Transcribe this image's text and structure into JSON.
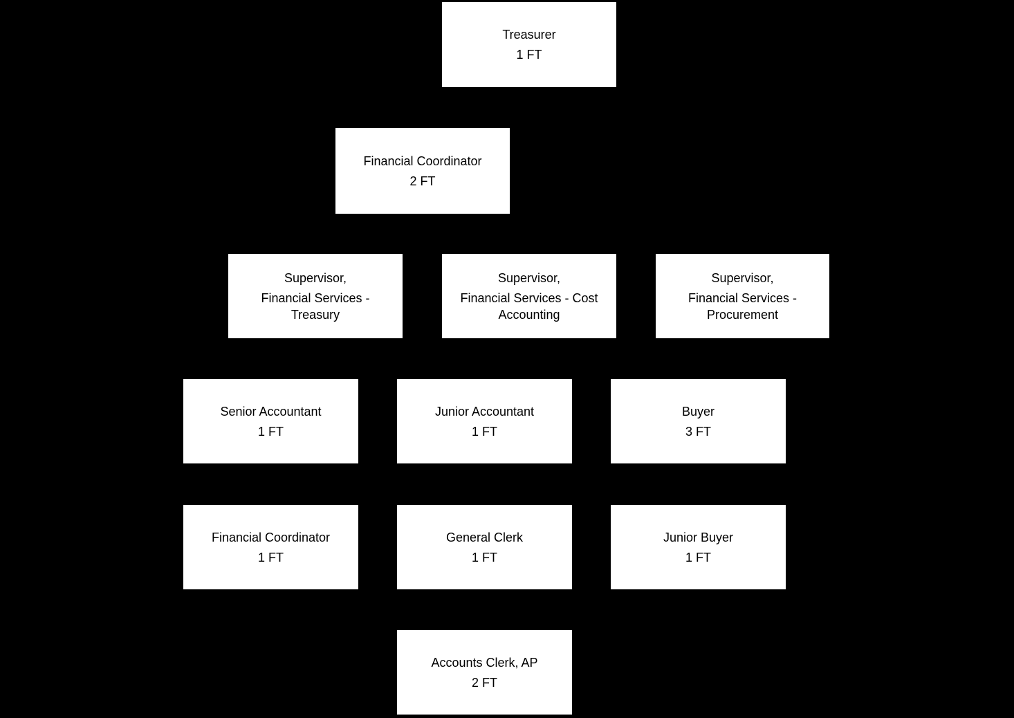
{
  "page": {
    "background_color": "#000000",
    "node_fill_color": "#ffffff",
    "node_text_color": "#000000"
  },
  "org": {
    "nodes": [
      {
        "title": "Treasurer",
        "ft": "1 FT"
      },
      {
        "title": "Financial Coordinator",
        "ft": "2 FT"
      },
      {
        "title": "Supervisor,",
        "subtitle": "Financial Services -\nTreasury"
      },
      {
        "title": "Supervisor,",
        "subtitle": "Financial Services - Cost\nAccounting"
      },
      {
        "title": "Supervisor,",
        "subtitle": "Financial Services -\nProcurement"
      },
      {
        "title": "Senior Accountant",
        "ft": "1 FT"
      },
      {
        "title": "Junior Accountant",
        "ft": "1 FT"
      },
      {
        "title": "Buyer",
        "ft": "3 FT"
      },
      {
        "title": "Financial Coordinator",
        "ft": "1 FT"
      },
      {
        "title": "General Clerk",
        "ft": "1 FT"
      },
      {
        "title": "Junior Buyer",
        "ft": "1 FT"
      },
      {
        "title": "Accounts Clerk, AP",
        "ft": "2 FT"
      }
    ]
  }
}
